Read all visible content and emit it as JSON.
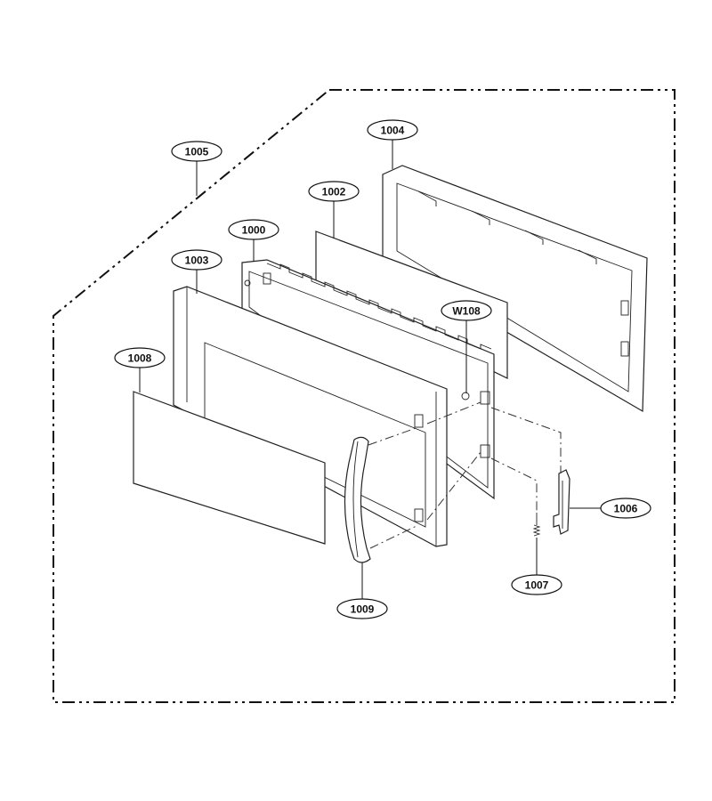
{
  "callouts": [
    {
      "id": "1005",
      "text": "1005"
    },
    {
      "id": "1004",
      "text": "1004"
    },
    {
      "id": "1002",
      "text": "1002"
    },
    {
      "id": "1000",
      "text": "1000"
    },
    {
      "id": "1003",
      "text": "1003"
    },
    {
      "id": "W108",
      "text": "W108"
    },
    {
      "id": "1008",
      "text": "1008"
    },
    {
      "id": "1006",
      "text": "1006"
    },
    {
      "id": "1007",
      "text": "1007"
    },
    {
      "id": "1009",
      "text": "1009"
    }
  ]
}
